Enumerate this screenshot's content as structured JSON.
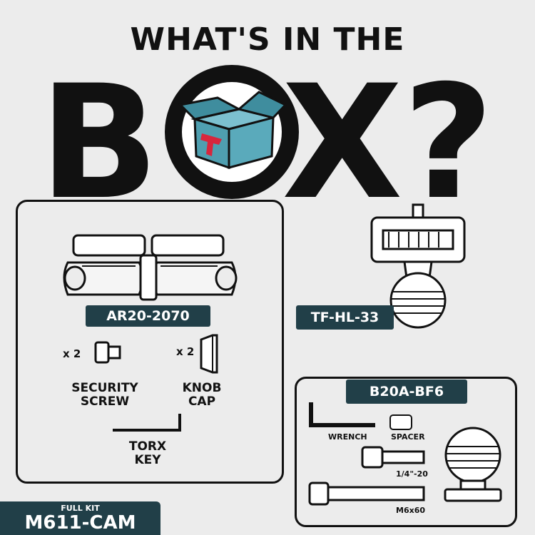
{
  "heading": "WHAT'S IN THE",
  "big_title": {
    "left": "B",
    "right": "X?"
  },
  "main_kit": {
    "model": "AR20-2070",
    "items": [
      {
        "qty": "x 2",
        "line1": "SECURITY",
        "line2": "SCREW"
      },
      {
        "qty": "x 2",
        "line1": "KNOB",
        "line2": "CAP"
      },
      {
        "line1": "TORX",
        "line2": "KEY"
      }
    ]
  },
  "holder": {
    "model": "TF-HL-33"
  },
  "adapter_kit": {
    "model": "B20A-BF6",
    "parts": {
      "wrench": "WRENCH",
      "spacer": "SPACER",
      "bolt_small": "1/4\"-20",
      "bolt_large": "M6x60"
    }
  },
  "full_kit": {
    "label": "FULL KIT",
    "model": "M611-CAM"
  },
  "colors": {
    "tag_bg": "#213f48",
    "box_blue": "#4f9fb0",
    "logo_red": "#d7263d"
  }
}
